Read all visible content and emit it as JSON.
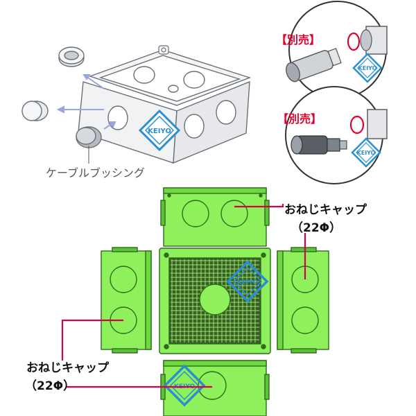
{
  "labels": {
    "cable_bushing": "ケーブルブッシング",
    "sold_separately": "【別売】",
    "screw_cap": "おねじキャップ",
    "screw_cap_size": "（22Φ）"
  },
  "logo": {
    "text": "KEIYO",
    "color": "#2a8fd0"
  },
  "colors": {
    "box_green": "#8ef05a",
    "box_dark_green": "#5cc23a",
    "accent_red": "#e5002d",
    "leader_pink": "#d4004c"
  }
}
